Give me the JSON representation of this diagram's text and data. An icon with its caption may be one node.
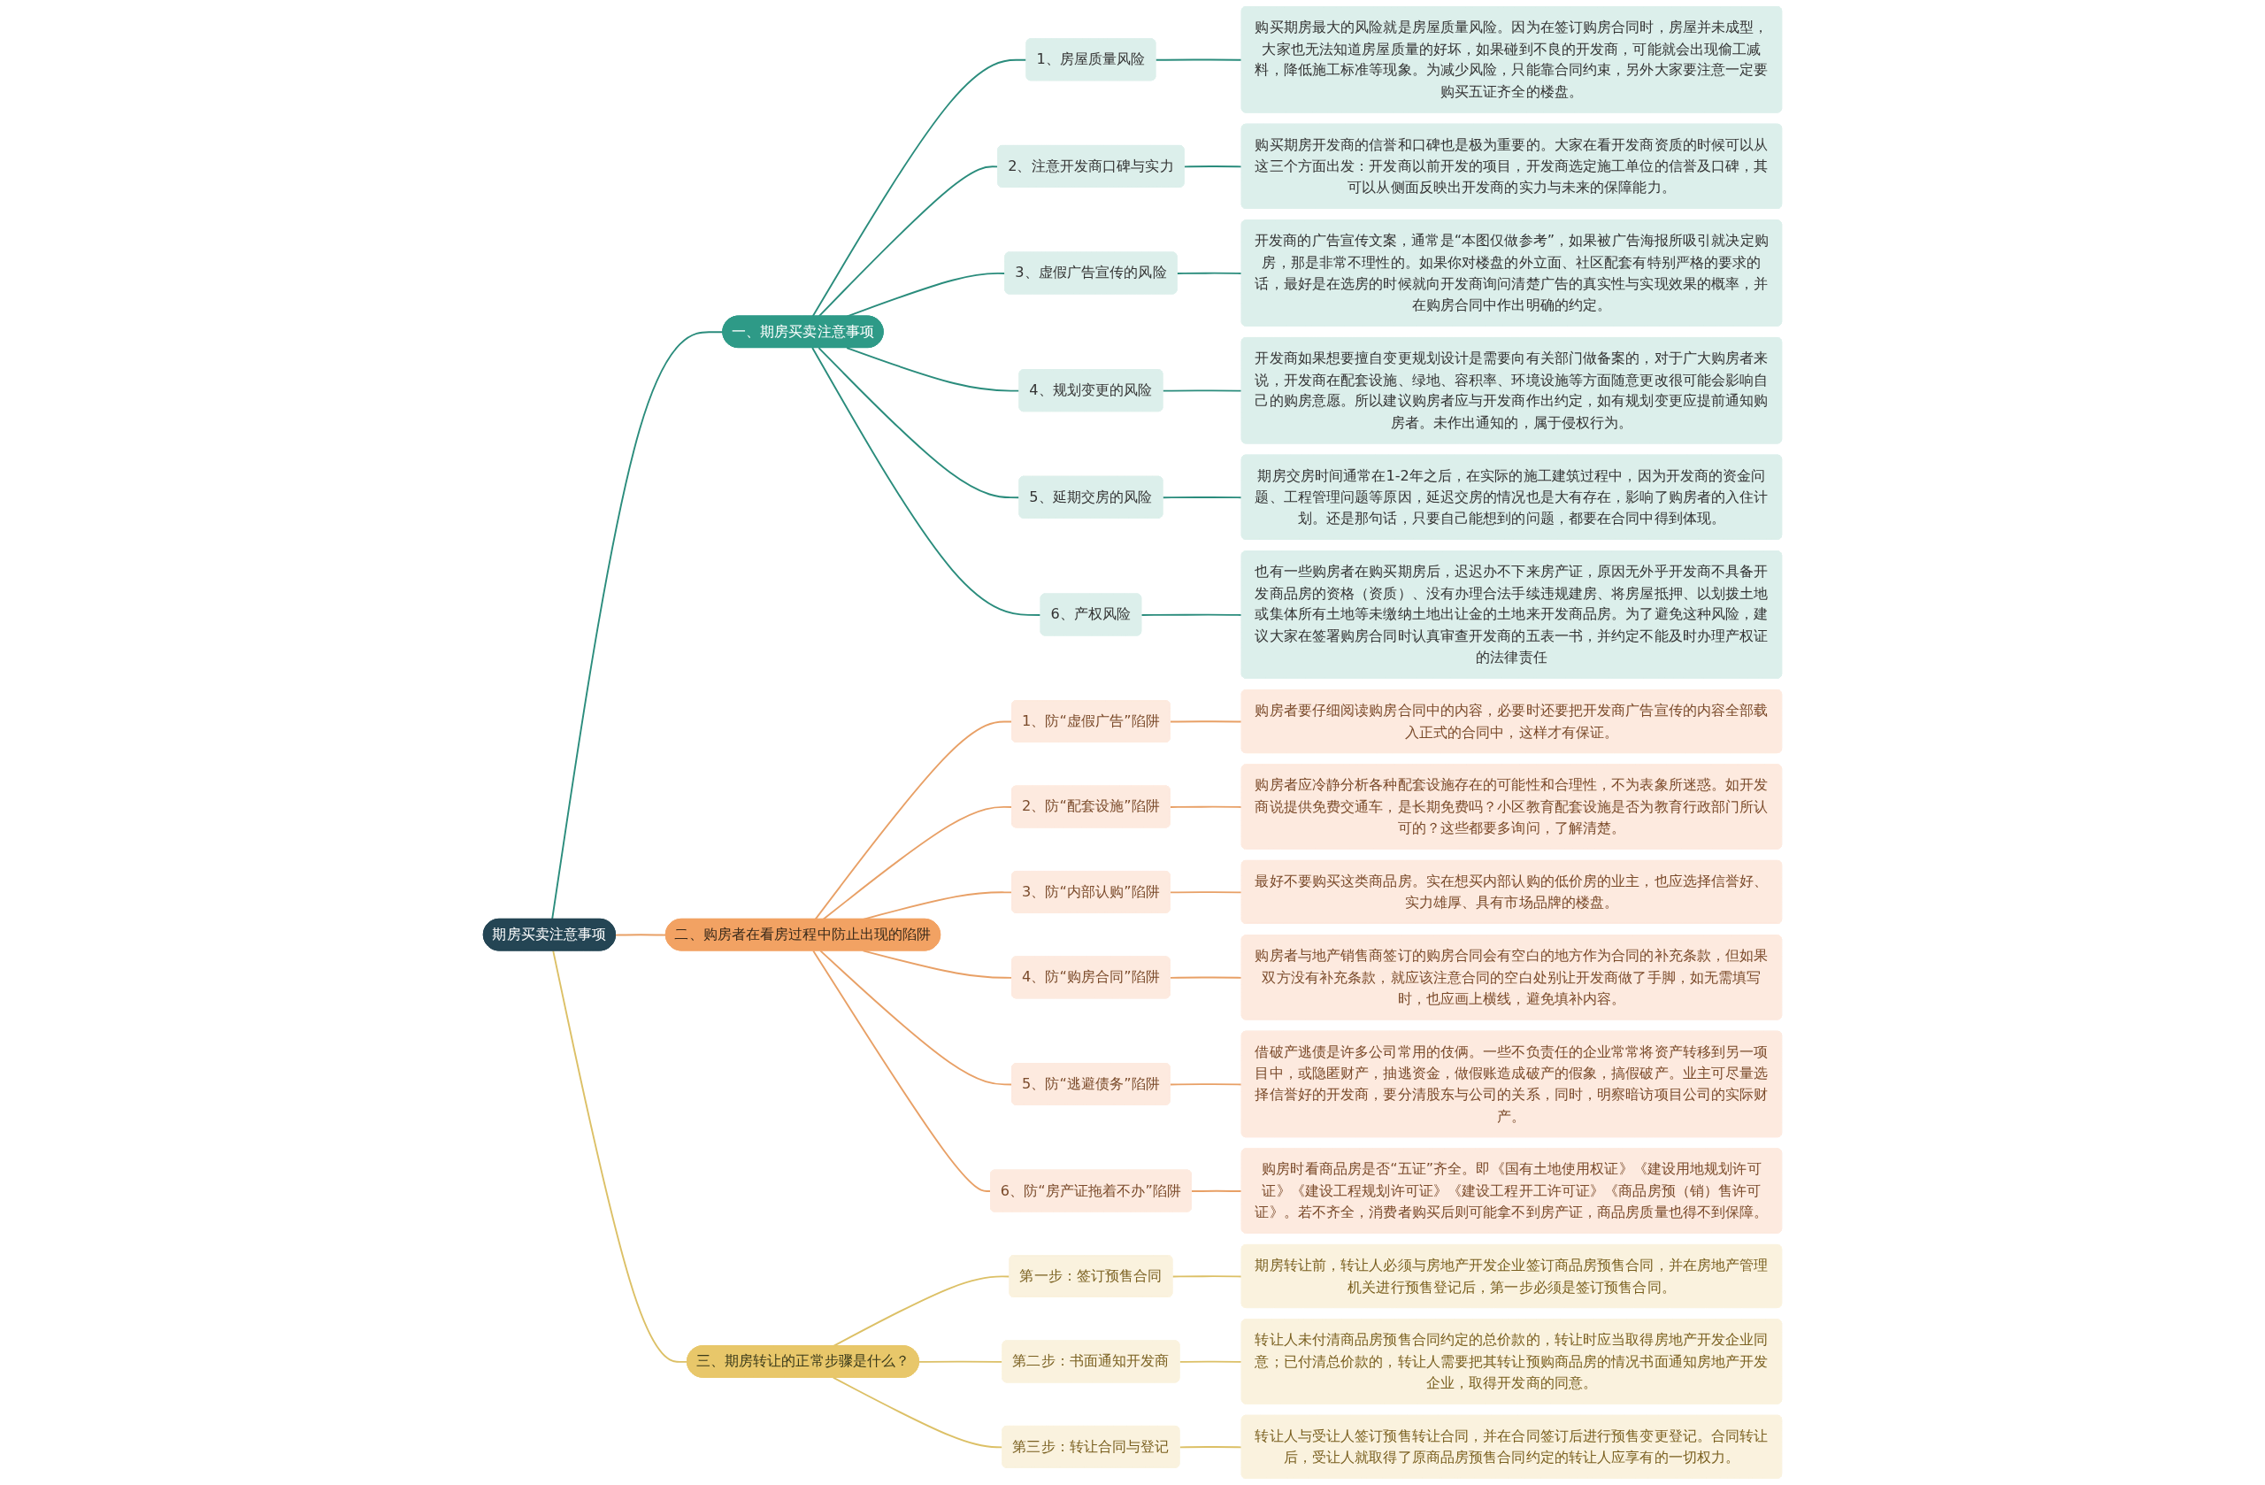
{
  "diagram": {
    "nodes": [
      {
        "text": [
          "期房买卖注意事项"
        ]
      },
      {
        "text": [
          "一、期房买卖注意事项"
        ]
      },
      {
        "text": [
          "1、房屋质量风险"
        ]
      },
      {
        "text": [
          "购买期房最大的风险就是房屋质量风险。因为在签订购房合同时，房屋并未成型，大家也无法知道房屋质量的好坏，如果碰到不良的开发商，可能就会出现偷工减料，降低施工标准等现象。为减少风险，只能靠合同约束，另外大家要注意一定要购买五证齐全的楼盘。"
        ]
      },
      {
        "text": [
          "2、注意开发商口碑与实力"
        ]
      },
      {
        "text": [
          "购买期房开发商的信誉和口碑也是极为重要的。大家在看开发商资质的时候可以从这三个方面出发：开发商以前开发的项目，开发商选定施工单位的信誉及口碑，其可以从侧面反映出开发商的实力与未来的保障能力。"
        ]
      },
      {
        "text": [
          "3、虚假广告宣传的风险"
        ]
      },
      {
        "text": [
          "开发商的广告宣传文案，通常是“本图仅做参考”，如果被广告海报所吸引就决定购房，那是非常不理性的。如果你对楼盘的外立面、社区配套有特别严格的要求的话，最好是在选房的时候就向开发商询问清楚广告的真实性与实现效果的概率，并在购房合同中作出明确的约定。"
        ]
      },
      {
        "text": [
          "4、规划变更的风险"
        ]
      },
      {
        "text": [
          "开发商如果想要擅自变更规划设计是需要向有关部门做备案的，对于广大购房者来说，开发商在配套设施、绿地、容积率、环境设施等方面随意更改很可能会影响自己的购房意愿。所以建议购房者应与开发商作出约定，如有规划变更应提前通知购房者。未作出通知的，属于侵权行为。"
        ]
      },
      {
        "text": [
          "5、延期交房的风险"
        ]
      },
      {
        "text": [
          "期房交房时间通常在1-2年之后，在实际的施工建筑过程中，因为开发商的资金问题、工程管理问题等原因，延迟交房的情况也是大有存在，影响了购房者的入住计划。还是那句话，只要自己能想到的问题，都要在合同中得到体现。"
        ]
      },
      {
        "text": [
          "6、产权风险"
        ]
      },
      {
        "text": [
          "也有一些购房者在购买期房后，迟迟办不下来房产证，原因无外乎开发商不具备开发商品房的资格（资质）、没有办理合法手续违规建房、将房屋抵押、以划拨土地或集体所有土地等未缴纳土地出让金的土地来开发商品房。为了避免这种风险，建议大家在签署购房合同时认真审查开发商的五表一书，并约定不能及时办理产权证的法律责任"
        ]
      },
      {
        "text": [
          "二、购房者在看房过程中防止出现的陷阱"
        ]
      },
      {
        "text": [
          "1、防“虚假广告”陷阱"
        ]
      },
      {
        "text": [
          "购房者要仔细阅读购房合同中的内容，必要时还要把开发商广告宣传的内容全部载入正式的合同中，这样才有保证。"
        ]
      },
      {
        "text": [
          "2、防“配套设施”陷阱"
        ]
      },
      {
        "text": [
          "购房者应冷静分析各种配套设施存在的可能性和合理性，不为表象所迷惑。如开发商说提供免费交通车，是长期免费吗？小区教育配套设施是否为教育行政部门所认可的？这些都要多询问，了解清楚。"
        ]
      },
      {
        "text": [
          "3、防“内部认购”陷阱"
        ]
      },
      {
        "text": [
          "最好不要购买这类商品房。实在想买内部认购的低价房的业主，也应选择信誉好、实力雄厚、具有市场品牌的楼盘。"
        ]
      },
      {
        "text": [
          "4、防“购房合同”陷阱"
        ]
      },
      {
        "text": [
          "购房者与地产销售商签订的购房合同会有空白的地方作为合同的补充条款，但如果双方没有补充条款，就应该注意合同的空白处别让开发商做了手脚，如无需填写时，也应画上横线，避免填补内容。"
        ]
      },
      {
        "text": [
          "5、防“逃避债务”陷阱"
        ]
      },
      {
        "text": [
          "借破产逃债是许多公司常用的伎俩。一些不负责任的企业常常将资产转移到另一项目中，或隐匿财产，抽逃资金，做假账造成破产的假象，搞假破产。业主可尽量选择信誉好的开发商，要分清股东与公司的关系，同时，明察暗访项目公司的实际财产。"
        ]
      },
      {
        "text": [
          "6、防“房产证拖着不办”陷阱"
        ]
      },
      {
        "text": [
          "购房时看商品房是否“五证”齐全。即《国有土地使用权证》《建设用地规划许可证》《建设工程规划许可证》《建设工程开工许可证》《商品房预（销）售许可证》。若不齐全，消费者购买后则可能拿不到房产证，商品房质量也得不到保障。"
        ]
      },
      {
        "text": [
          "三、期房转让的正常步骤是什么？"
        ]
      },
      {
        "text": [
          "第一步：签订预售合同"
        ]
      },
      {
        "text": [
          "期房转让前，转让人必须与房地产开发企业签订商品房预售合同，并在房地产管理机关进行预售登记后，第一步必须是签订预售合同。"
        ]
      },
      {
        "text": [
          "第二步：书面通知开发商"
        ]
      },
      {
        "text": [
          "转让人未付清商品房预售合同约定的总价款的，转让时应当取得房地产开发企业同意；已付清总价款的，转让人需要把其转让预购商品房的情况书面通知房地产开发企业，取得开发商的同意。"
        ]
      },
      {
        "text": [
          "第三步：转让合同与登记"
        ]
      },
      {
        "text": [
          "转让人与受让人签订预售转让合同，并在合同签订后进行预售变更登记。合同转让后，受让人就取得了原商品房预售合同约定的转让人应享有的一切权力。"
        ]
      }
    ],
    "edges": [
      {
        "from": 0,
        "to": 1,
        "arrow": "none",
        "color": "#2a8c7c"
      },
      {
        "from": 1,
        "to": 2,
        "arrow": "none",
        "color": "#2a8c7c"
      },
      {
        "from": 2,
        "to": 3,
        "arrow": "none",
        "color": "#2a8c7c"
      },
      {
        "from": 1,
        "to": 4,
        "arrow": "none",
        "color": "#2a8c7c"
      },
      {
        "from": 4,
        "to": 5,
        "arrow": "none",
        "color": "#2a8c7c"
      },
      {
        "from": 1,
        "to": 6,
        "arrow": "none",
        "color": "#2a8c7c"
      },
      {
        "from": 6,
        "to": 7,
        "arrow": "none",
        "color": "#2a8c7c"
      },
      {
        "from": 1,
        "to": 8,
        "arrow": "none",
        "color": "#2a8c7c"
      },
      {
        "from": 8,
        "to": 9,
        "arrow": "none",
        "color": "#2a8c7c"
      },
      {
        "from": 1,
        "to": 10,
        "arrow": "none",
        "color": "#2a8c7c"
      },
      {
        "from": 10,
        "to": 11,
        "arrow": "none",
        "color": "#2a8c7c"
      },
      {
        "from": 1,
        "to": 12,
        "arrow": "none",
        "color": "#2a8c7c"
      },
      {
        "from": 12,
        "to": 13,
        "arrow": "none",
        "color": "#2a8c7c"
      },
      {
        "from": 0,
        "to": 14,
        "arrow": "none",
        "color": "#e8a066"
      },
      {
        "from": 14,
        "to": 15,
        "arrow": "none",
        "color": "#e8a066"
      },
      {
        "from": 15,
        "to": 16,
        "arrow": "none",
        "color": "#e8a066"
      },
      {
        "from": 14,
        "to": 17,
        "arrow": "none",
        "color": "#e8a066"
      },
      {
        "from": 17,
        "to": 18,
        "arrow": "none",
        "color": "#e8a066"
      },
      {
        "from": 14,
        "to": 19,
        "arrow": "none",
        "color": "#e8a066"
      },
      {
        "from": 19,
        "to": 20,
        "arrow": "none",
        "color": "#e8a066"
      },
      {
        "from": 14,
        "to": 21,
        "arrow": "none",
        "color": "#e8a066"
      },
      {
        "from": 21,
        "to": 22,
        "arrow": "none",
        "color": "#e8a066"
      },
      {
        "from": 14,
        "to": 23,
        "arrow": "none",
        "color": "#e8a066"
      },
      {
        "from": 23,
        "to": 24,
        "arrow": "none",
        "color": "#e8a066"
      },
      {
        "from": 14,
        "to": 25,
        "arrow": "none",
        "color": "#e8a066"
      },
      {
        "from": 25,
        "to": 26,
        "arrow": "none",
        "color": "#e8a066"
      },
      {
        "from": 0,
        "to": 27,
        "arrow": "none",
        "color": "#dcc066"
      },
      {
        "from": 27,
        "to": 28,
        "arrow": "none",
        "color": "#dcc066"
      },
      {
        "from": 28,
        "to": 29,
        "arrow": "none",
        "color": "#dcc066"
      },
      {
        "from": 27,
        "to": 30,
        "arrow": "none",
        "color": "#dcc066"
      },
      {
        "from": 30,
        "to": 31,
        "arrow": "none",
        "color": "#dcc066"
      },
      {
        "from": 27,
        "to": 32,
        "arrow": "none",
        "color": "#dcc066"
      },
      {
        "from": 32,
        "to": 33,
        "arrow": "none",
        "color": "#dcc066"
      }
    ]
  }
}
